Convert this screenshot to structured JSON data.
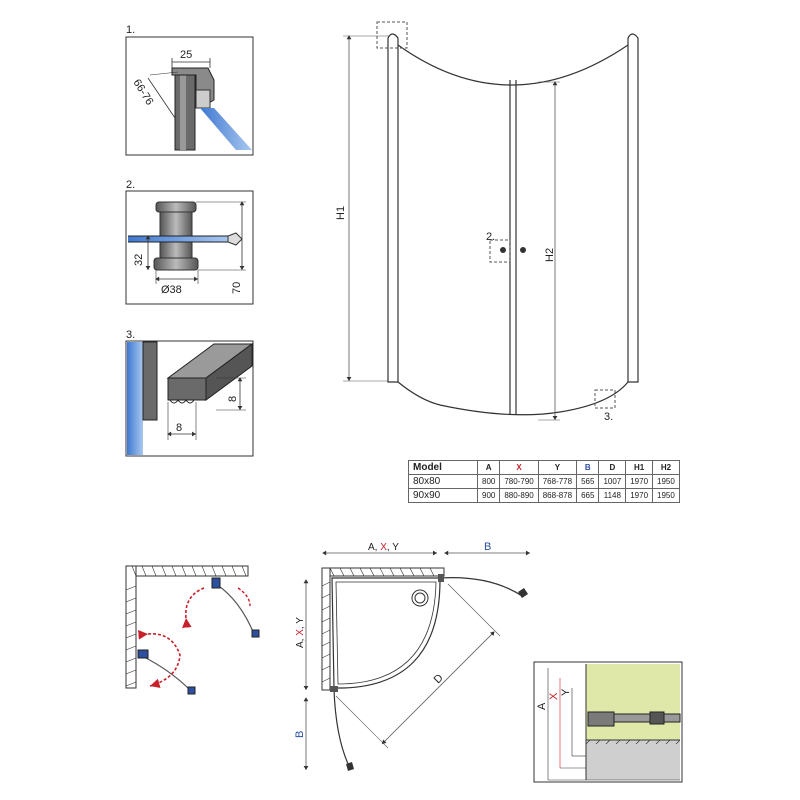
{
  "details": [
    {
      "num": "1.",
      "dims": [
        "25",
        "66-76"
      ]
    },
    {
      "num": "2.",
      "dims": [
        "32",
        "Ø38",
        "70"
      ]
    },
    {
      "num": "3.",
      "dims": [
        "8",
        "8"
      ]
    }
  ],
  "front_view": {
    "h1": "H1",
    "h2": "H2",
    "callout_2": "2.",
    "callout_3": "3."
  },
  "spec_table": {
    "headers": [
      "Model",
      "A",
      "X",
      "Y",
      "B",
      "D",
      "H1",
      "H2"
    ],
    "rows": [
      [
        "80x80",
        "800",
        "780-790",
        "768-778",
        "565",
        "1007",
        "1970",
        "1950"
      ],
      [
        "90x90",
        "900",
        "880-890",
        "868-878",
        "665",
        "1148",
        "1970",
        "1950"
      ]
    ]
  },
  "plan_view": {
    "top_label_a": "A",
    "top_label_x": "X",
    "top_label_y": "Y",
    "top_label_b": "B",
    "side_label_a": "A",
    "side_label_x": "X",
    "side_label_y": "Y",
    "side_label_b": "B",
    "diag_label_d": "D"
  },
  "inset": {
    "a": "A",
    "x": "X",
    "y": "Y"
  },
  "colors": {
    "blue": "#2d4fa0",
    "red": "#c8202a",
    "glass": "#5b8fd6",
    "frame": "#444444"
  }
}
